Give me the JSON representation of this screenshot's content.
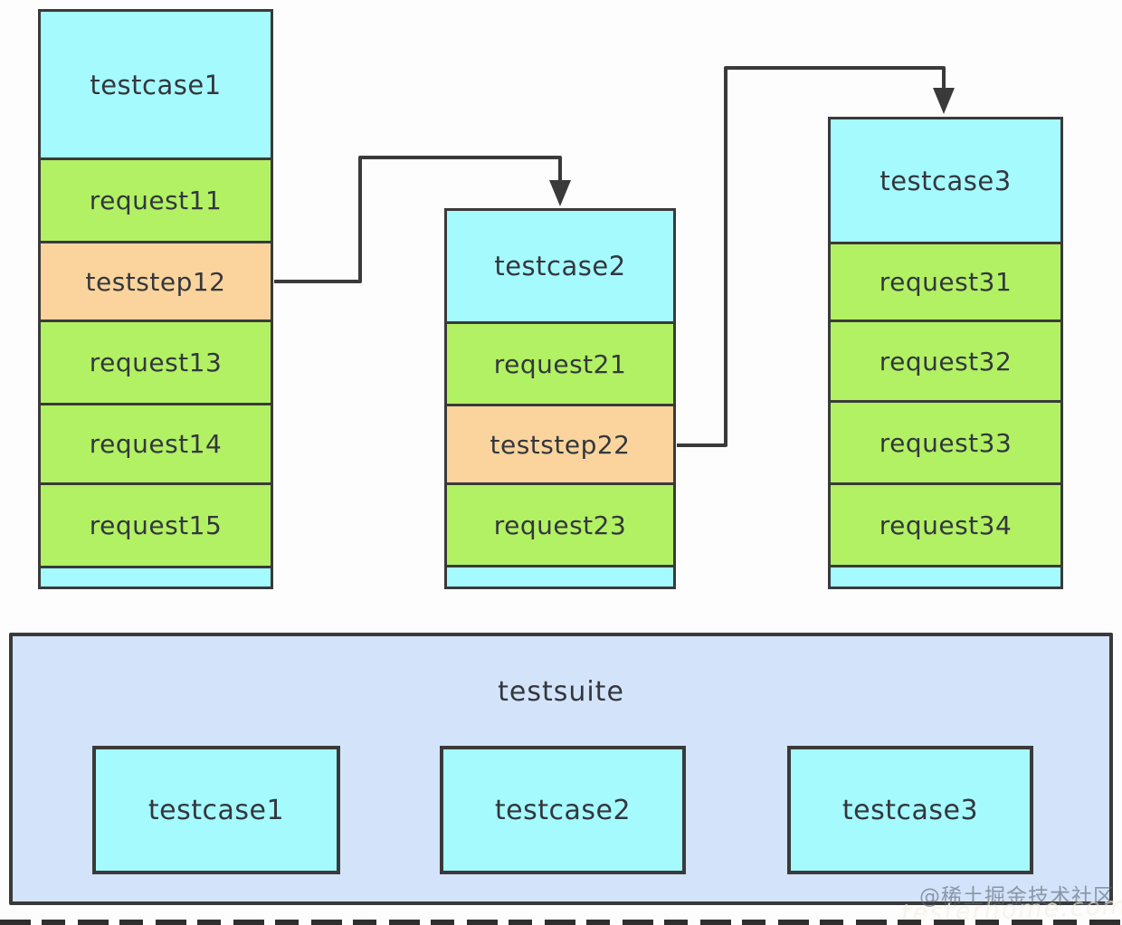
{
  "colors": {
    "case_fill": "#a5fafe",
    "request_fill": "#b2f163",
    "teststep_fill": "#fad49c",
    "suite_fill": "#d3e4fa",
    "line": "#3a3a3a"
  },
  "stacks": [
    {
      "title": "testcase1",
      "rows": [
        {
          "label": "request11",
          "type": "request"
        },
        {
          "label": "teststep12",
          "type": "teststep"
        },
        {
          "label": "request13",
          "type": "request"
        },
        {
          "label": "request14",
          "type": "request"
        },
        {
          "label": "request15",
          "type": "request"
        }
      ]
    },
    {
      "title": "testcase2",
      "rows": [
        {
          "label": "request21",
          "type": "request"
        },
        {
          "label": "teststep22",
          "type": "teststep"
        },
        {
          "label": "request23",
          "type": "request"
        }
      ]
    },
    {
      "title": "testcase3",
      "rows": [
        {
          "label": "request31",
          "type": "request"
        },
        {
          "label": "request32",
          "type": "request"
        },
        {
          "label": "request33",
          "type": "request"
        },
        {
          "label": "request34",
          "type": "request"
        }
      ]
    }
  ],
  "arrows": [
    {
      "from": "teststep12",
      "to": "testcase2"
    },
    {
      "from": "teststep22",
      "to": "testcase3"
    }
  ],
  "suite": {
    "title": "testsuite",
    "cases": [
      {
        "label": "testcase1"
      },
      {
        "label": "testcase2"
      },
      {
        "label": "testcase3"
      }
    ]
  },
  "watermark": {
    "community": "@稀土掘金技术社区",
    "site": "testerhome.com"
  }
}
